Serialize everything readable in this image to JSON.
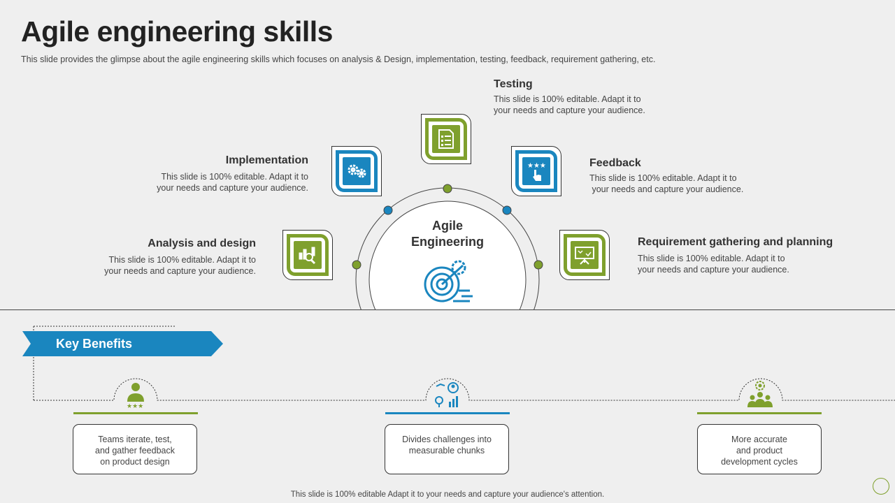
{
  "title": "Agile engineering skills",
  "subtitle": "This slide provides  the glimpse about the agile engineering  skills which focuses on analysis & Design,  implementation,  testing,  feedback,  requirement  gathering,  etc.",
  "center": {
    "line1": "Agile",
    "line2": "Engineering",
    "icon": "target-gear-icon"
  },
  "skills": {
    "analysis": {
      "title": "Analysis and design",
      "line1": "This slide is 100% editable. Adapt it to",
      "line2": "your needs and capture your audience.",
      "icon": "analysis-chart-icon",
      "color": "#7fa02d"
    },
    "implementation": {
      "title": "Implementation",
      "line1": "This slide is 100% editable. Adapt it to",
      "line2": "your needs and capture your audience.",
      "icon": "gears-icon",
      "color": "#1a86bf"
    },
    "testing": {
      "title": "Testing",
      "line1": "This slide is 100% editable. Adapt it to",
      "line2": "your needs and capture your audience.",
      "icon": "checklist-document-icon",
      "color": "#7fa02d"
    },
    "feedback": {
      "title": "Feedback",
      "line1": "This slide is 100% editable. Adapt it to",
      "line2": " your needs and capture your audience.",
      "icon": "rating-hand-icon",
      "color": "#1a86bf"
    },
    "requirement": {
      "title": "Requirement gathering and planning",
      "line1": "This slide is 100% editable. Adapt it to",
      "line2": "your needs and capture your audience.",
      "icon": "presentation-board-icon",
      "color": "#7fa02d"
    }
  },
  "key_benefits": {
    "label": "Key Benefits",
    "items": [
      {
        "line1": "Teams iterate, test,",
        "line2": "and gather feedback",
        "line3": "on product design",
        "icon": "person-rating-icon",
        "color": "#7fa02d"
      },
      {
        "line1": "Divides challenges into",
        "line2": "measurable chunks",
        "line3": "",
        "icon": "analytics-person-icon",
        "color": "#1a86bf"
      },
      {
        "line1": "More accurate",
        "line2": "and product",
        "line3": "development  cycles",
        "icon": "team-gear-icon",
        "color": "#7fa02d"
      }
    ]
  },
  "footer": "This slide is 100% editable Adapt it to your needs and capture your audience's attention."
}
